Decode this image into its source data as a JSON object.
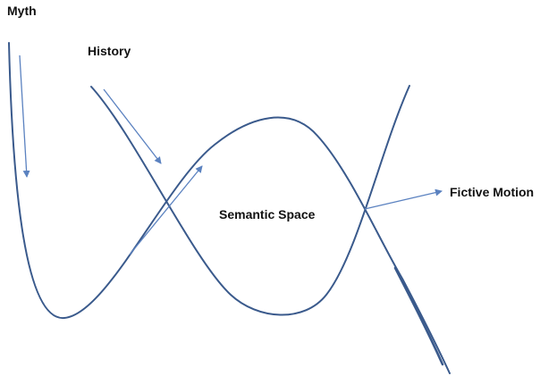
{
  "labels": {
    "myth": "Myth",
    "history": "History",
    "semantic_space": "Semantic Space",
    "fictive_motion": "Fictive Motion"
  },
  "colors": {
    "curve": "#3a5a8c",
    "arrow": "#5b82c0",
    "text": "#111111",
    "background": "#ffffff"
  }
}
